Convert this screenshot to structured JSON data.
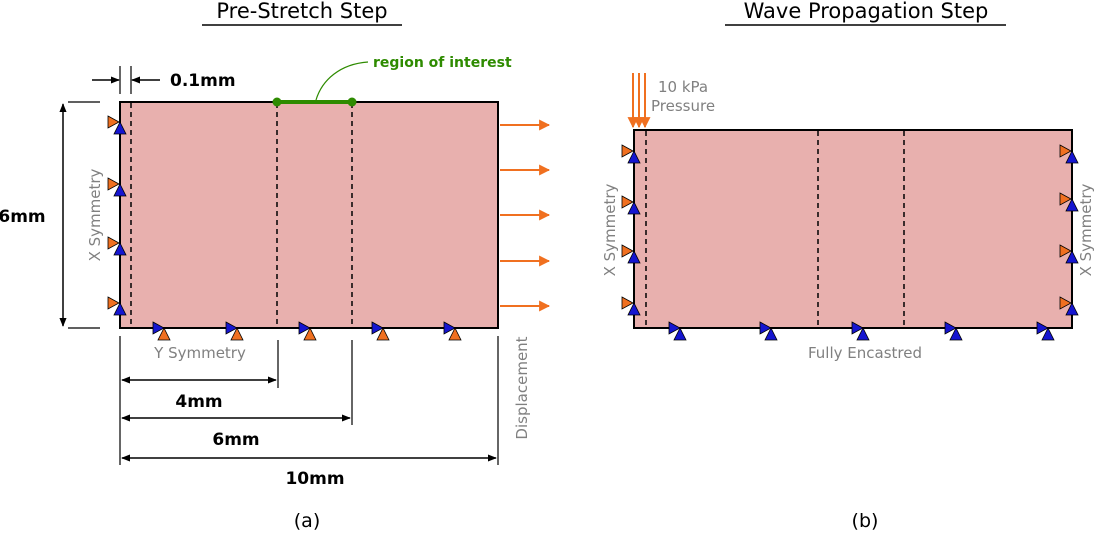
{
  "panel_a": {
    "title": "Pre-Stretch Step",
    "thickness_label": "0.1mm",
    "height_label": "6mm",
    "roi_label": "region of interest",
    "x_symmetry_label": "X Symmetry",
    "y_symmetry_label": "Y Symmetry",
    "displacement_label": "Displacement",
    "dim_4_label": "4mm",
    "dim_6_label": "6mm",
    "dim_10_label": "10mm",
    "caption": "(a)"
  },
  "panel_b": {
    "title": "Wave Propagation Step",
    "pressure_value": "10 kPa",
    "pressure_label": "Pressure",
    "x_symmetry_left_label": "X Symmetry",
    "x_symmetry_right_label": "X Symmetry",
    "encastred_label": "Fully Encastred",
    "caption": "(b)"
  },
  "colors": {
    "tissue": "#e8b0ae",
    "arrow": "#f07020",
    "roi": "#2e8b00",
    "constraint_orange": "#f07020",
    "constraint_blue": "#1515d0"
  }
}
